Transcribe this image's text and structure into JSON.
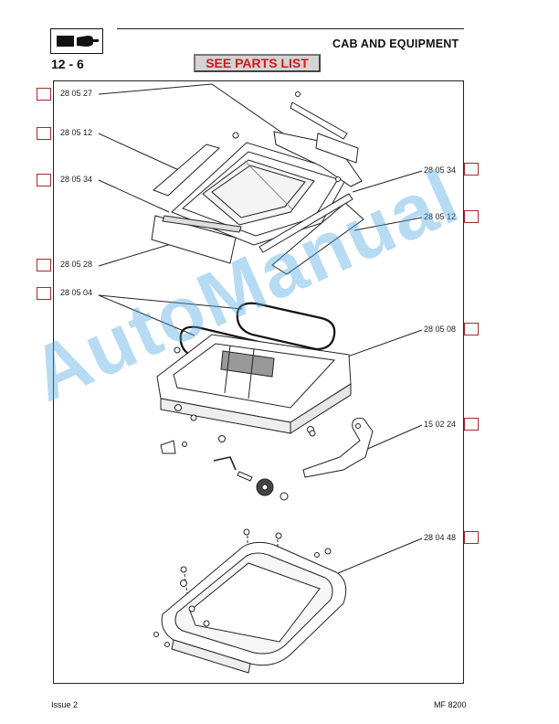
{
  "header": {
    "page_number": "12 - 6",
    "title": "CAB AND EQUIPMENT",
    "parts_button_label": "SEE PARTS LIST",
    "logo_icon": "hand-book-icon"
  },
  "callouts": {
    "left": [
      {
        "label": "28 05 27"
      },
      {
        "label": "28 05 12"
      },
      {
        "label": "28 05 34"
      },
      {
        "label": "28 05 28"
      },
      {
        "label": "28 05 04"
      }
    ],
    "right": [
      {
        "label": "28 05 34"
      },
      {
        "label": "28 05 12"
      },
      {
        "label": "28 05 08"
      },
      {
        "label": "15 02 24"
      },
      {
        "label": "28 04 48"
      }
    ]
  },
  "watermark": "AutoManual",
  "footer": {
    "issue": "Issue 2",
    "model": "MF 8200"
  },
  "colors": {
    "checkbox_border": "#a52a2a",
    "button_text": "#d01919",
    "watermark": "#50aae1"
  }
}
